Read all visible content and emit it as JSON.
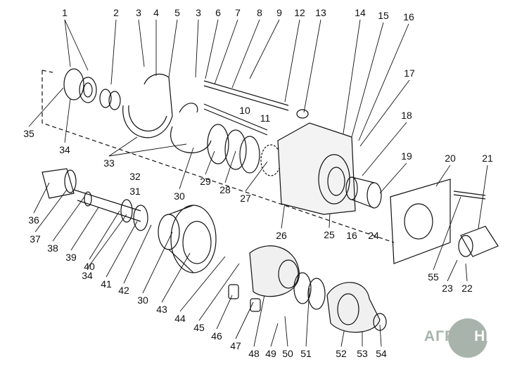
{
  "title": "Exploded view of transmission assembly with numbered callouts",
  "callouts": [
    "1",
    "2",
    "3",
    "4",
    "5",
    "3",
    "6",
    "7",
    "8",
    "9",
    "12",
    "13",
    "14",
    "15",
    "16",
    "17",
    "18",
    "19",
    "20",
    "21",
    "10",
    "11",
    "35",
    "34",
    "33",
    "32",
    "31",
    "30",
    "29",
    "28",
    "27",
    "26",
    "25",
    "16",
    "24",
    "36",
    "37",
    "38",
    "39",
    "40",
    "34",
    "41",
    "42",
    "30",
    "43",
    "44",
    "45",
    "46",
    "47",
    "48",
    "49",
    "50",
    "51",
    "52",
    "53",
    "54",
    "55",
    "23",
    "22"
  ],
  "watermark": {
    "left": "АГРО",
    "right": "НКА"
  },
  "colors": {
    "ink": "#111111",
    "watermark": "#a8b3ab"
  }
}
